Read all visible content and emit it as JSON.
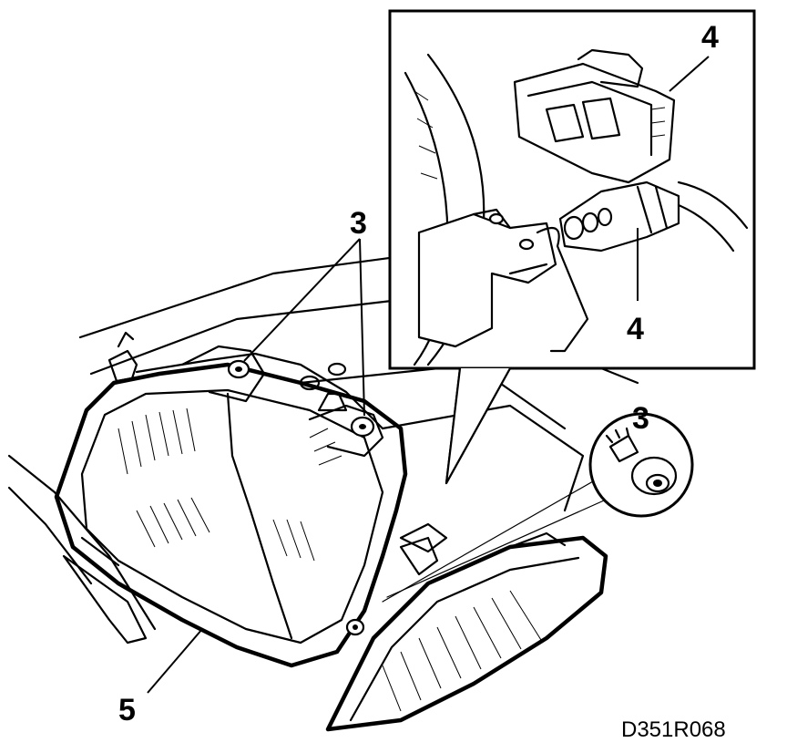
{
  "callouts": {
    "mount_screws": "3",
    "screw_detail": "3",
    "connector_top": "4",
    "connector_bottom": "4",
    "headlamp_unit": "5"
  },
  "drawing_reference": "D351R068"
}
